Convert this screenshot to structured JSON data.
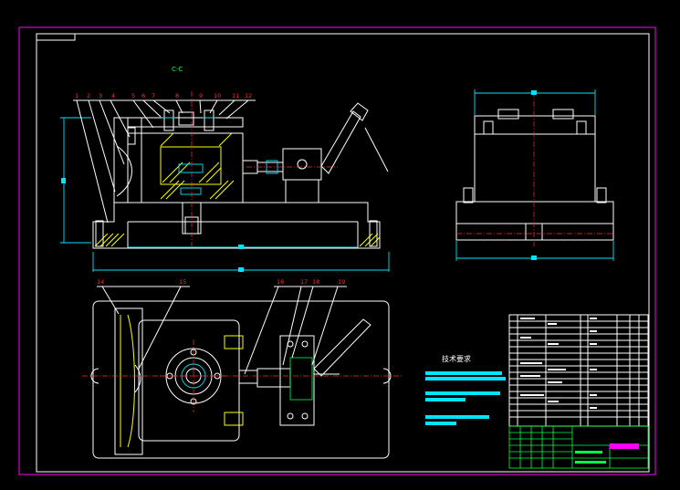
{
  "section_label": "C-C",
  "heading": "技术要求",
  "callouts_front": [
    "1",
    "2",
    "3",
    "4",
    "5",
    "6",
    "7",
    "8",
    "9",
    "10",
    "11",
    "12"
  ],
  "callouts_plan": [
    "14",
    "15",
    "16",
    "17",
    "18",
    "19"
  ],
  "colors": {
    "background": "#000000",
    "outline": "#ffffff",
    "centerline": "#ff3030",
    "dimension": "#00e5ff",
    "hatch": "#ffff00",
    "title_block": "#00ff44",
    "border": "#ff00ff"
  }
}
